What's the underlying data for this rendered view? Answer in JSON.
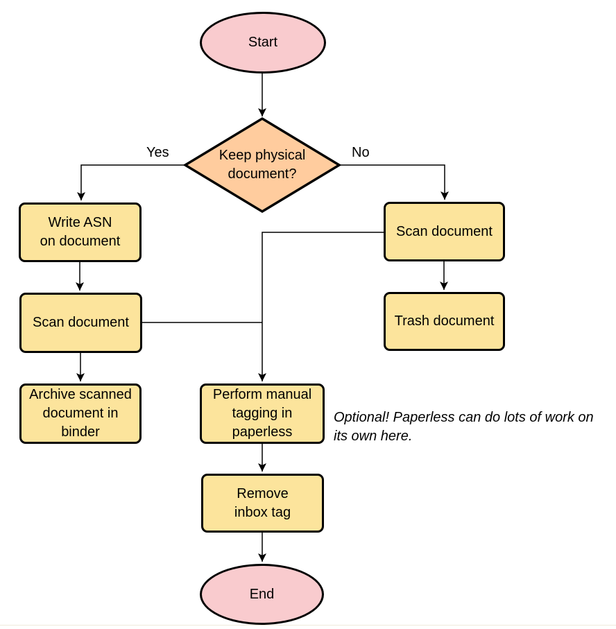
{
  "diagram": {
    "type": "flowchart",
    "colors": {
      "terminator_fill": "#f9cbce",
      "decision_fill": "#ffcc9e",
      "process_fill": "#fce49c",
      "stroke": "#000000",
      "background": "#ffffff",
      "bottom_rule": "#f0ebdc"
    },
    "nodes": {
      "start": {
        "shape": "ellipse",
        "label": "Start"
      },
      "decision": {
        "shape": "diamond",
        "label": "Keep physical\ndocument?"
      },
      "write_asn": {
        "shape": "rounded-rect",
        "label": "Write ASN\non document"
      },
      "scan_left": {
        "shape": "rounded-rect",
        "label": "Scan document"
      },
      "archive": {
        "shape": "rounded-rect",
        "label": "Archive scanned\ndocument in\nbinder"
      },
      "scan_right": {
        "shape": "rounded-rect",
        "label": "Scan document"
      },
      "trash": {
        "shape": "rounded-rect",
        "label": "Trash document"
      },
      "tagging": {
        "shape": "rounded-rect",
        "label": "Perform manual\ntagging in\npaperless"
      },
      "remove_inbox": {
        "shape": "rounded-rect",
        "label": "Remove\ninbox tag"
      },
      "end": {
        "shape": "ellipse",
        "label": "End"
      }
    },
    "edges": [
      {
        "from": "start",
        "to": "decision",
        "label": ""
      },
      {
        "from": "decision",
        "to": "write_asn",
        "label": "Yes"
      },
      {
        "from": "decision",
        "to": "scan_right",
        "label": "No"
      },
      {
        "from": "write_asn",
        "to": "scan_left",
        "label": ""
      },
      {
        "from": "scan_left",
        "to": "archive",
        "label": ""
      },
      {
        "from": "scan_right",
        "to": "trash",
        "label": ""
      },
      {
        "from": "scan_left",
        "to": "tagging",
        "label": ""
      },
      {
        "from": "scan_right",
        "to": "tagging",
        "label": ""
      },
      {
        "from": "tagging",
        "to": "remove_inbox",
        "label": ""
      },
      {
        "from": "remove_inbox",
        "to": "end",
        "label": ""
      }
    ],
    "annotation": "Optional! Paperless can do lots of work on\nits own here."
  }
}
